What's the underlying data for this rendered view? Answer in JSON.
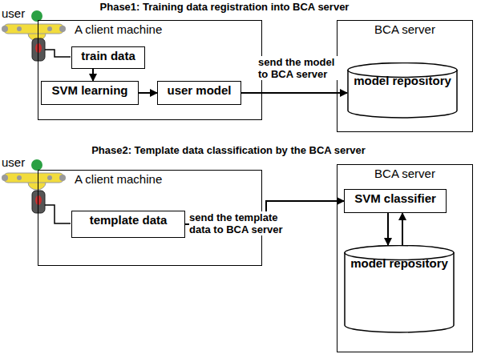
{
  "diagram": {
    "nodes": [
      {
        "text": [
          "A client machine"
        ]
      },
      {
        "text": [
          "train data"
        ],
        "in": 0
      },
      {
        "text": [
          "SVM learning"
        ],
        "in": 0
      },
      {
        "text": [
          "user model"
        ],
        "in": 0
      },
      {
        "text": [
          "BCA server"
        ]
      },
      {
        "text": [
          "model repository"
        ],
        "in": 4
      },
      {
        "text": [
          "A client machine"
        ]
      },
      {
        "text": [
          "template data"
        ],
        "in": 6
      },
      {
        "text": [
          "BCA server"
        ]
      },
      {
        "text": [
          "SVM classifier"
        ],
        "in": 8
      },
      {
        "text": [
          "model repository"
        ],
        "in": 8
      }
    ],
    "edges": [
      {
        "from": 1,
        "to": 2,
        "arrow": "to"
      },
      {
        "from": 2,
        "to": 3,
        "arrow": "to"
      },
      {
        "from": 3,
        "to": 5,
        "label": "send the model to BCA server",
        "arrow": "to"
      },
      {
        "from": 7,
        "to": 9,
        "label": "send the template data to BCA server",
        "arrow": "to"
      },
      {
        "from": 9,
        "to": 10,
        "arrow": "to"
      },
      {
        "from": 10,
        "to": 9,
        "arrow": "to"
      }
    ],
    "labels": [
      "Phase1: Training data registration into BCA server",
      "user",
      "Phase2: Template data classification by the BCA server",
      "user"
    ]
  }
}
